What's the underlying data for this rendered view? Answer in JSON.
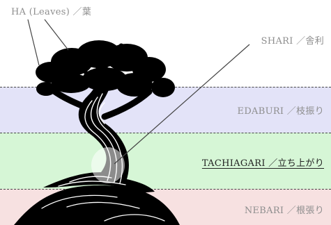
{
  "labels": {
    "ha": "HA (Leaves) ／葉",
    "shari": "SHARI ／舎利",
    "edaburi": "EDABURI ／枝振り",
    "tachiagari": "TACHIAGARI ／立ち上がり",
    "nebari": "NEBARI ／根張り"
  },
  "colors": {
    "edaburi_band": "#e3e3f8",
    "tachiagari_band": "#d6f6d6",
    "nebari_band": "#f7e1e1",
    "tree": "#000000",
    "shari_highlight": "#ffffff"
  }
}
